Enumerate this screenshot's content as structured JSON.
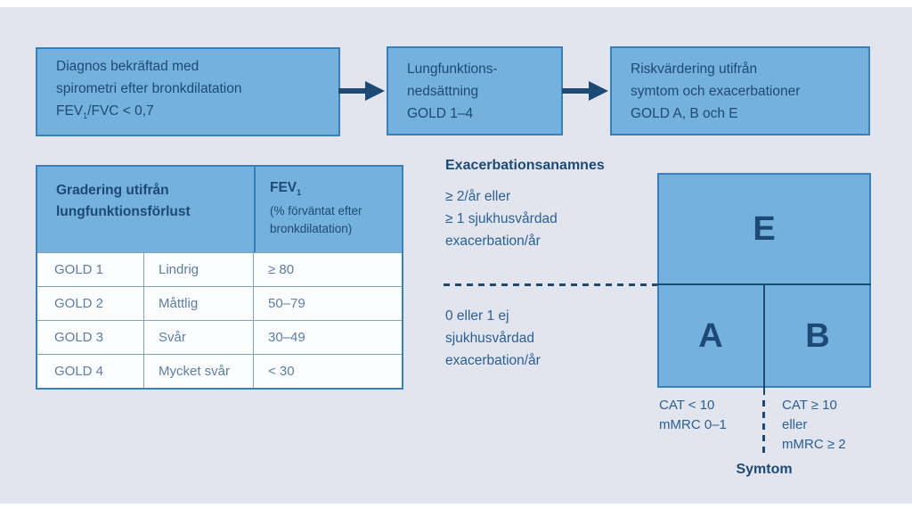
{
  "palette": {
    "background": "#e2e5ee",
    "box_fill": "#74b1dd",
    "box_border": "#3a80b8",
    "dark_navy_text": "#1d4a74",
    "medium_blue_text": "#2a6094",
    "table_cell_text": "#5d7da1",
    "table_cell_background": "#fcfdfe"
  },
  "flow": {
    "steps": [
      {
        "lines": [
          "Diagnos bekräftad med",
          "spirometri efter bronkdilatation"
        ],
        "formula_prefix": "FEV",
        "formula_sub": "1",
        "formula_suffix": "/FVC < 0,7"
      },
      {
        "lines": [
          "Lungfunktions-",
          "nedsättning",
          "GOLD 1–4"
        ]
      },
      {
        "lines": [
          "Riskvärdering utifrån",
          "symtom och exacerbationer",
          "GOLD A, B och E"
        ]
      }
    ]
  },
  "table": {
    "header_main": "Gradering utifrån lungfunktionsförlust",
    "header_fev_prefix": "FEV",
    "header_fev_sub": "1",
    "header_fev_note": "(% förväntat efter bronkdilatation)",
    "rows": [
      {
        "grade": "GOLD 1",
        "severity": "Lindrig",
        "fev": "≥ 80"
      },
      {
        "grade": "GOLD 2",
        "severity": "Måttlig",
        "fev": "50–79"
      },
      {
        "grade": "GOLD 3",
        "severity": "Svår",
        "fev": "30–49"
      },
      {
        "grade": "GOLD 4",
        "severity": "Mycket svår",
        "fev": "< 30"
      }
    ]
  },
  "risk": {
    "history_title": "Exacerbationsanamnes",
    "high_risk_lines": [
      "≥ 2/år eller",
      "≥ 1 sjukhusvårdad",
      "exacerbation/år"
    ],
    "low_risk_lines": [
      "0 eller 1 ej",
      "sjukhusvårdad",
      "exacerbation/år"
    ],
    "cell_e": "E",
    "cell_a": "A",
    "cell_b": "B",
    "symptoms_left": [
      "CAT < 10",
      "mMRC 0–1"
    ],
    "symptoms_right": [
      "CAT ≥ 10",
      "eller",
      "mMRC ≥ 2"
    ],
    "symptoms_axis_label": "Symtom"
  }
}
